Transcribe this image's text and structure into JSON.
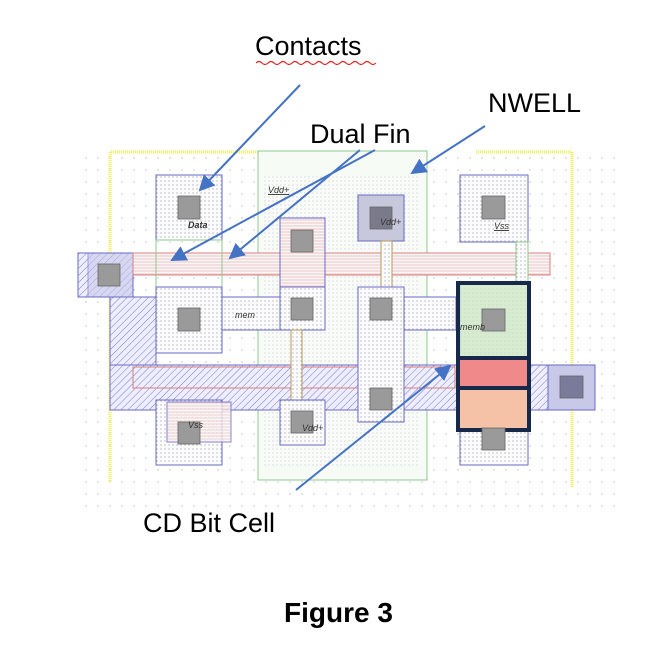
{
  "callouts": {
    "contacts": "Contacts",
    "dual_fin": "Dual Fin",
    "nwell": "NWELL",
    "cd_bit_cell": "CD Bit Cell"
  },
  "caption": "Figure 3",
  "layout_labels": {
    "data": "Data",
    "vdd_top": "Vdd+",
    "vdd_contact": "Vdd+",
    "vdd_bottom": "Vdd+",
    "vss_top_right": "Vss",
    "vss_bottom_left": "Vss",
    "mem": "mem",
    "memb": "memb"
  },
  "colors": {
    "arrow": "#4472C4",
    "metal": "#6a6ac8",
    "poly": "#d9807a",
    "nwell": "#8cc88c",
    "boundary": "#f2f24a",
    "cell_box": "#17294a",
    "cell_green": "#cfe8c8",
    "cell_red": "#f08a8a",
    "cell_peach": "#f5c2a8",
    "contact": "#9a9a9a"
  }
}
